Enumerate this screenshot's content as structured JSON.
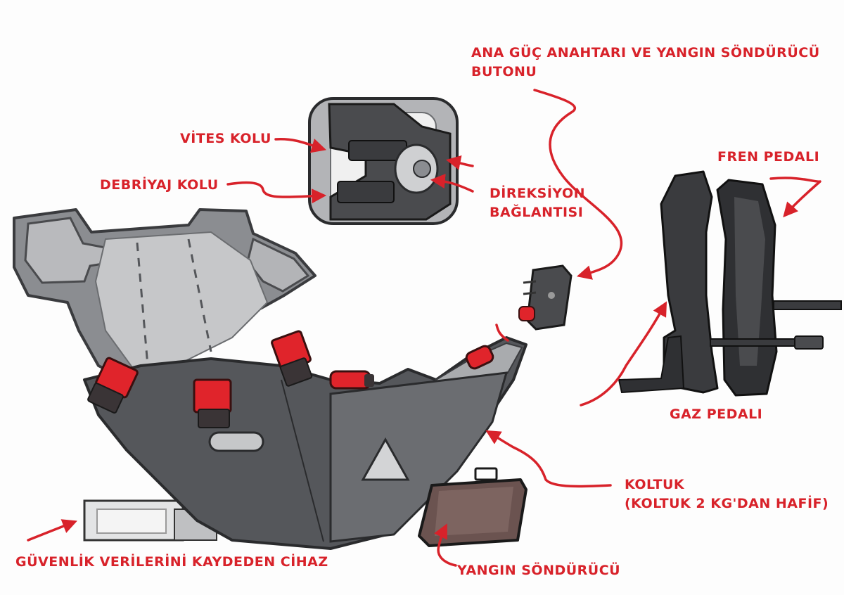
{
  "labels": {
    "main_switch": [
      "ANA GÜÇ ANAHTARI VE YANGIN SÖNDÜRÜCÜ",
      "BUTONU"
    ],
    "gear_lever": [
      "VİTES KOLU"
    ],
    "clutch_lever": [
      "DEBRİYAJ KOLU"
    ],
    "steering_connection": [
      "DİREKSİYON",
      "BAĞLANTISI"
    ],
    "brake_pedal": [
      "FREN PEDALI"
    ],
    "gas_pedal": [
      "GAZ PEDALI"
    ],
    "seat": [
      "KOLTUK",
      "(KOLTUK 2 KG'DAN HAFİF)"
    ],
    "extinguisher": [
      "YANGIN SÖNDÜRÜCÜ"
    ],
    "data_recorder": [
      "GÜVENLİK VERİLERİNİ KAYDEDEN CİHAZ"
    ]
  },
  "colors": {
    "annotation": "#d8222a",
    "body_dark": "#55575b",
    "body_mid": "#8b8d91",
    "body_light": "#c6c7c9",
    "accent_red": "#e0242b",
    "extinguisher": "#6b5350"
  }
}
